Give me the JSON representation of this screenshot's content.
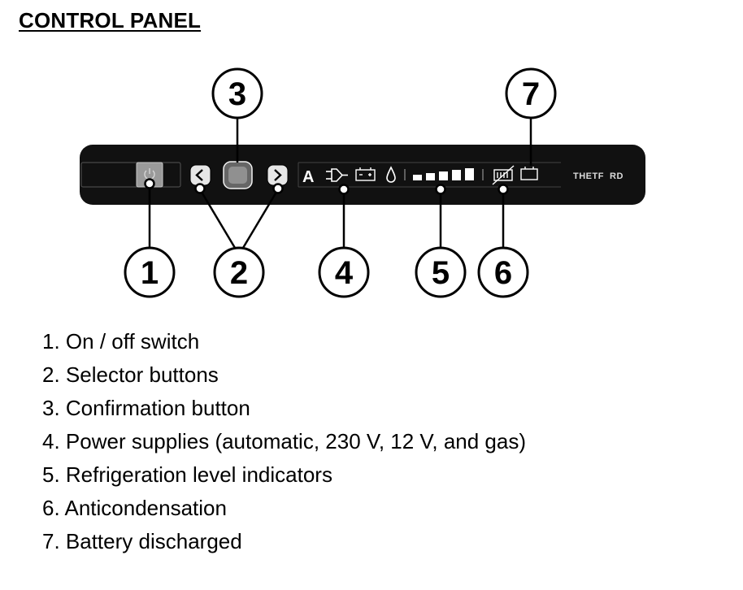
{
  "title": "CONTROL PANEL",
  "panel": {
    "auto_label": "A",
    "brand": "THETF  RD"
  },
  "callouts": [
    "1",
    "2",
    "3",
    "4",
    "5",
    "6",
    "7"
  ],
  "legend": [
    "1. On / off switch",
    "2. Selector buttons",
    "3. Confirmation button",
    "4. Power supplies (automatic, 230 V, 12 V, and gas)",
    "5. Refrigeration level indicators",
    "6. Anticondensation",
    "7. Battery discharged"
  ],
  "icons": [
    "power-icon",
    "chevron-left-icon",
    "chevron-right-icon",
    "plug-icon",
    "battery-12v-icon",
    "gas-flame-icon",
    "level-bars-icon",
    "anticondensation-icon",
    "battery-discharged-icon"
  ]
}
